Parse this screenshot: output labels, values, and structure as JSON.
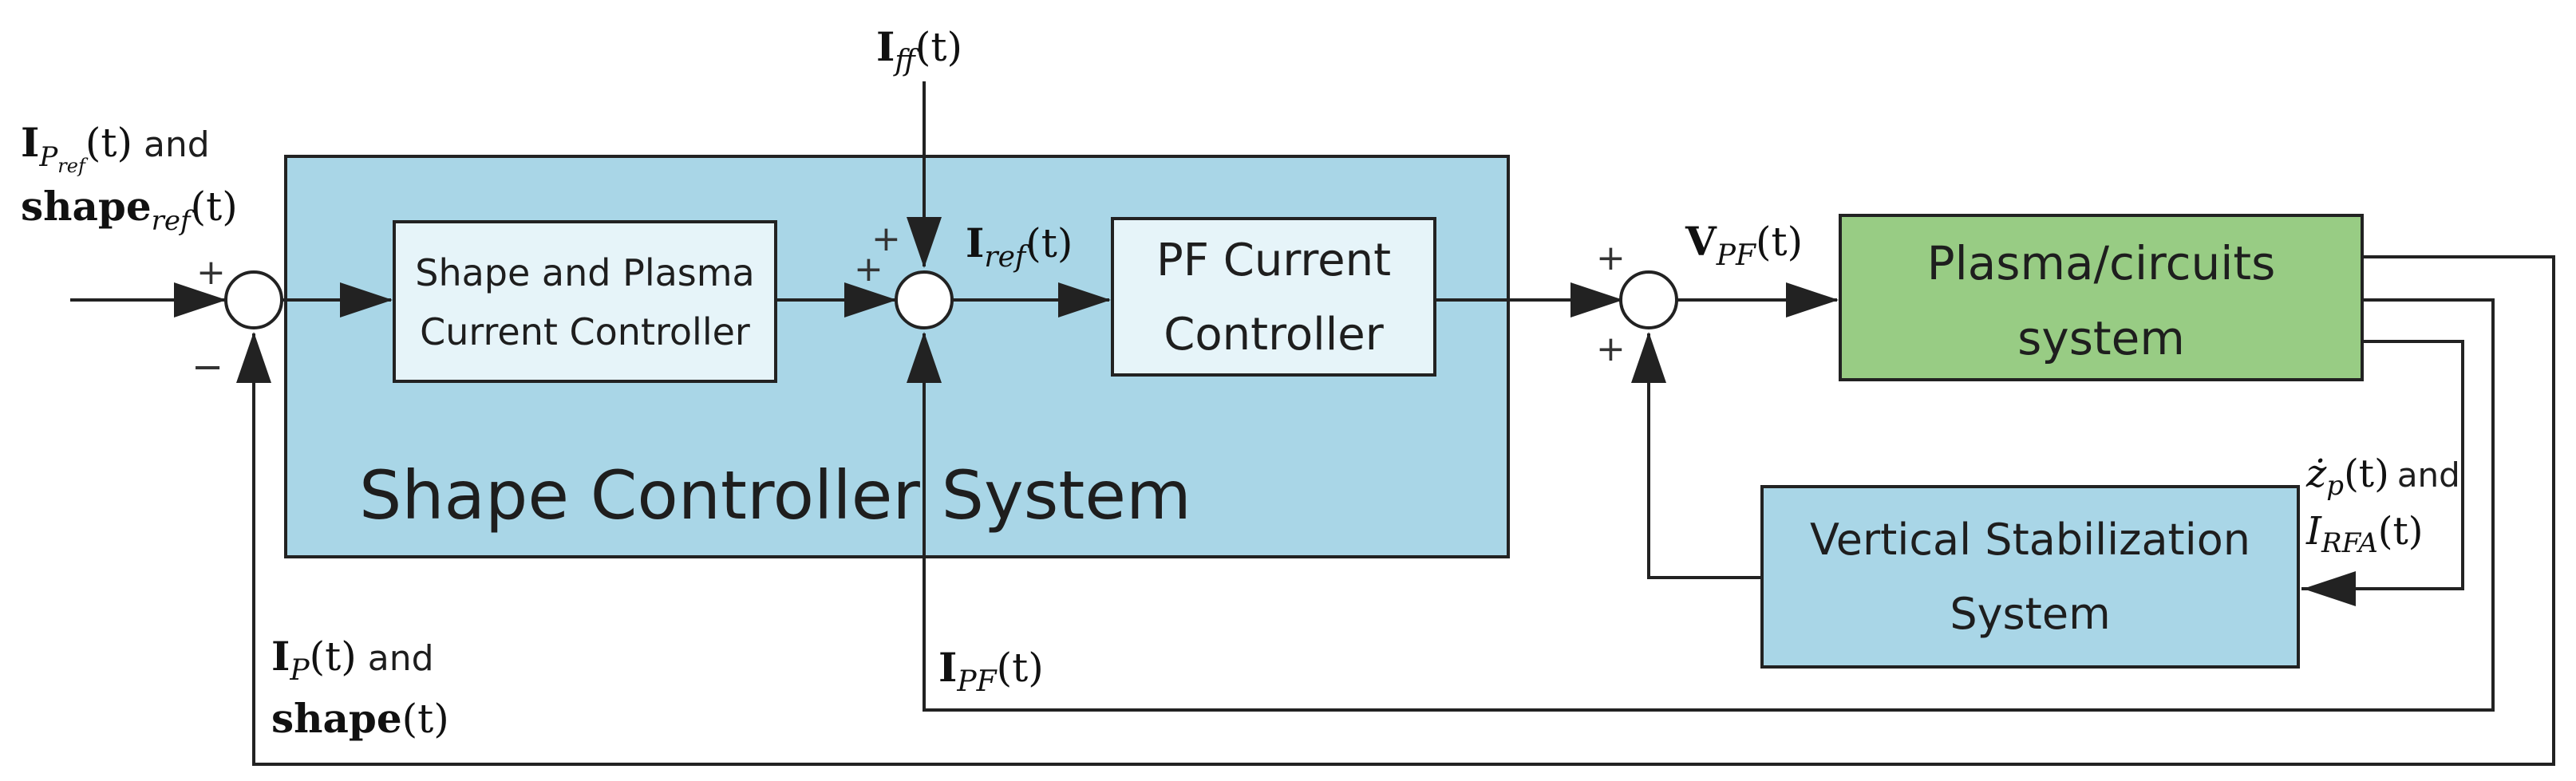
{
  "colors": {
    "shape_controller_fill": "#a9d6e7",
    "inner_block_fill": "#e6f4f9",
    "plasma_fill": "#98cc84",
    "vertical_stab_fill": "#a9d6e7",
    "line": "#222222"
  },
  "blocks": {
    "shape_controller_system": "Shape Controller System",
    "shape_plasma_controller": [
      "Shape and Plasma",
      "Current Controller"
    ],
    "pf_current_controller": [
      "PF Current",
      "Controller"
    ],
    "plasma_circuits": [
      "Plasma/circuits",
      "system"
    ],
    "vertical_stabilization": [
      "Vertical Stabilization",
      "System"
    ]
  },
  "signals": {
    "iff": {
      "I": "I",
      "sub": "ff",
      "arg": "(t)"
    },
    "ip_ref_line1": {
      "I": "I",
      "sub": "P",
      "subsub": "ref",
      "arg": "(t)",
      "and": "and"
    },
    "ip_ref_line2": {
      "main": "shape",
      "sub": "ref",
      "arg": "(t)"
    },
    "iref": {
      "I": "I",
      "sub": "ref",
      "arg": "(t)"
    },
    "vpf": {
      "V": "V",
      "sub": "PF",
      "arg": "(t)"
    },
    "zp_line1": {
      "z": "ż",
      "sub": "p",
      "arg": "(t)",
      "and": "and"
    },
    "zp_line2": {
      "I": "I",
      "sub": "RFA",
      "arg": "(t)"
    },
    "ipf": {
      "I": "I",
      "sub": "PF",
      "arg": "(t)"
    },
    "ip_line1": {
      "I": "I",
      "sub": "P",
      "arg": "(t)",
      "and": "and"
    },
    "ip_line2": {
      "main": "shape",
      "arg": "(t)"
    }
  },
  "signs": {
    "sum1_plus": "+",
    "sum1_minus": "−",
    "sum2_plus_top": "+",
    "sum2_plus_left": "+",
    "sum3_plus_top": "+",
    "sum3_plus_bottom": "+"
  }
}
